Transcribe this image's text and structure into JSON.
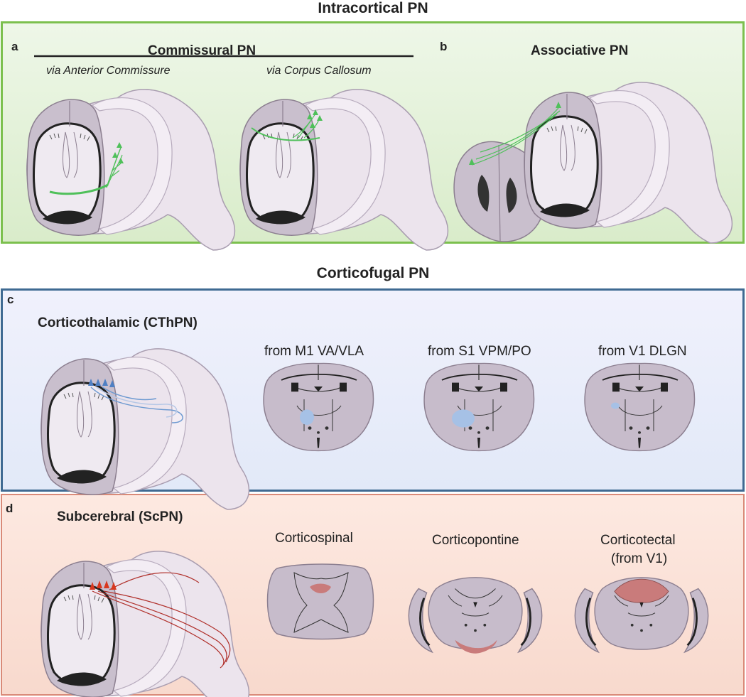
{
  "headers": {
    "intracortical": "Intracortical PN",
    "corticofugal": "Corticofugal PN"
  },
  "panel_a": {
    "letter": "a",
    "title": "Commissural PN",
    "sub_left": "via Anterior Commissure",
    "sub_right": "via Corpus Callosum"
  },
  "panel_b": {
    "letter": "b",
    "title": "Associative PN"
  },
  "panel_c": {
    "letter": "c",
    "title": "Corticothalamic (CThPN)",
    "sections": [
      "from M1 VA/VLA",
      "from S1 VPM/PO",
      "from V1 DLGN"
    ]
  },
  "panel_d": {
    "letter": "d",
    "title": "Subcerebral (ScPN)",
    "sections": [
      "Corticospinal",
      "Corticopontine",
      "Corticotectal",
      "(from V1)"
    ]
  },
  "colors": {
    "panel_ab_border": "#7cc04e",
    "panel_ab_fill": "#e3f1d8",
    "panel_c_border": "#3f6a92",
    "panel_c_fill": "#e9edfb",
    "panel_d_border": "#d98a78",
    "panel_d_fill": "#fbe3da",
    "brain_outer": "#ebe3ec",
    "brain_section": "#c4b8c8",
    "brain_stroke": "#8c7f90",
    "axon_green": "#4fc05a",
    "axon_blue": "#6e9ad1",
    "axon_red": "#b0302b",
    "target_blue": "#a6c1e6",
    "target_red": "#c97b7b"
  }
}
